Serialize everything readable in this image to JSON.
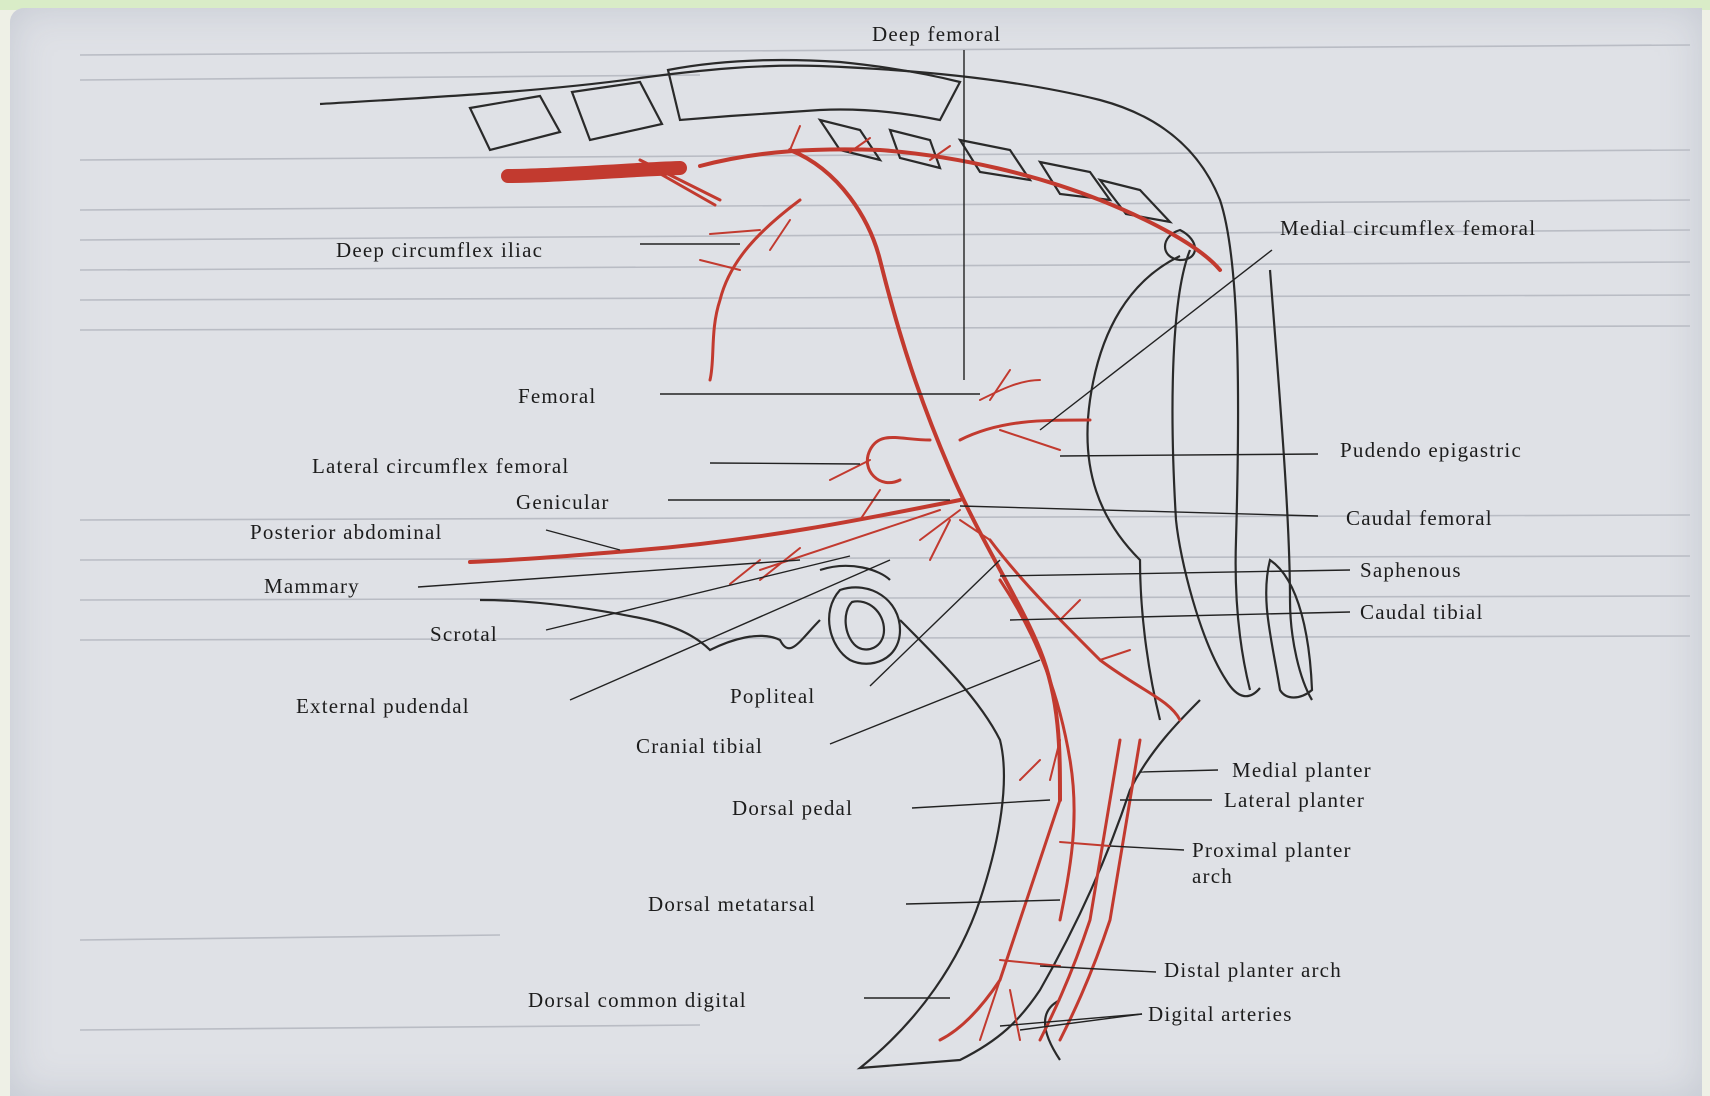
{
  "labels": {
    "deep_femoral": "Deep femoral",
    "medial_circumflex_femoral": "Medial circumflex femoral",
    "deep_circumflex_iliac": "Deep circumflex iliac",
    "femoral": "Femoral",
    "pudendo_epigastric": "Pudendo epigastric",
    "lateral_circumflex_femoral": "Lateral circumflex femoral",
    "genicular": "Genicular",
    "caudal_femoral": "Caudal femoral",
    "posterior_abdominal": "Posterior abdominal",
    "saphenous": "Saphenous",
    "mammary": "Mammary",
    "caudal_tibial": "Caudal tibial",
    "scrotal": "Scrotal",
    "external_pudendal": "External pudendal",
    "popliteal": "Popliteal",
    "cranial_tibial": "Cranial tibial",
    "medial_planter": "Medial planter",
    "lateral_planter": "Lateral planter",
    "dorsal_pedal": "Dorsal pedal",
    "proximal_planter_arch_1": "Proximal planter",
    "proximal_planter_arch_2": "arch",
    "dorsal_metatarsal": "Dorsal metatarsal",
    "distal_planter_arch": "Distal planter arch",
    "dorsal_common_digital": "Dorsal common digital",
    "digital_arteries": "Digital arteries"
  },
  "colors": {
    "artery": "#c23a2f",
    "outline": "#2a2a2a",
    "page": "#dfe1e6"
  }
}
